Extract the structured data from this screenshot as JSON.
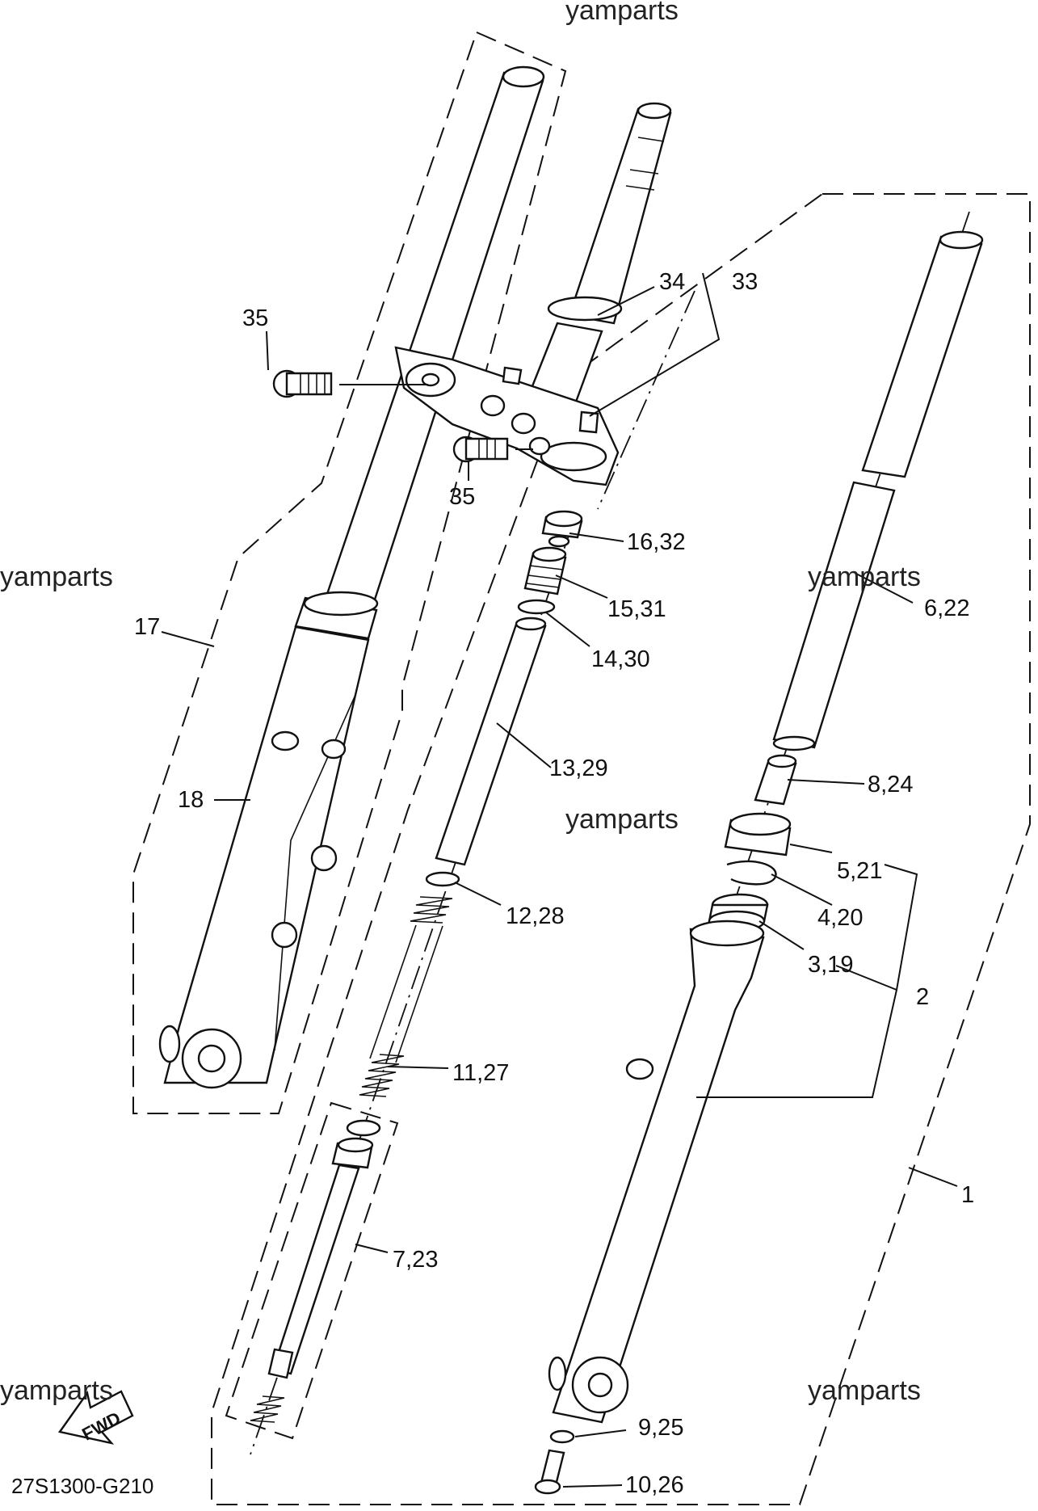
{
  "watermarks": [
    "yamparts",
    "yamparts",
    "yamparts",
    "yamparts",
    "yamparts",
    "yamparts"
  ],
  "diagram_code": "27S1300-G210",
  "fwd_label": "FWD",
  "callouts": {
    "c1": "1",
    "c2": "2",
    "c3_19": "3,19",
    "c4_20": "4,20",
    "c5_21": "5,21",
    "c6_22": "6,22",
    "c7_23": "7,23",
    "c8_24": "8,24",
    "c9_25": "9,25",
    "c10_26": "10,26",
    "c11_27": "11,27",
    "c12_28": "12,28",
    "c13_29": "13,29",
    "c14_30": "14,30",
    "c15_31": "15,31",
    "c16_32": "16,32",
    "c17": "17",
    "c18": "18",
    "c33": "33",
    "c34": "34",
    "c35a": "35",
    "c35b": "35"
  }
}
